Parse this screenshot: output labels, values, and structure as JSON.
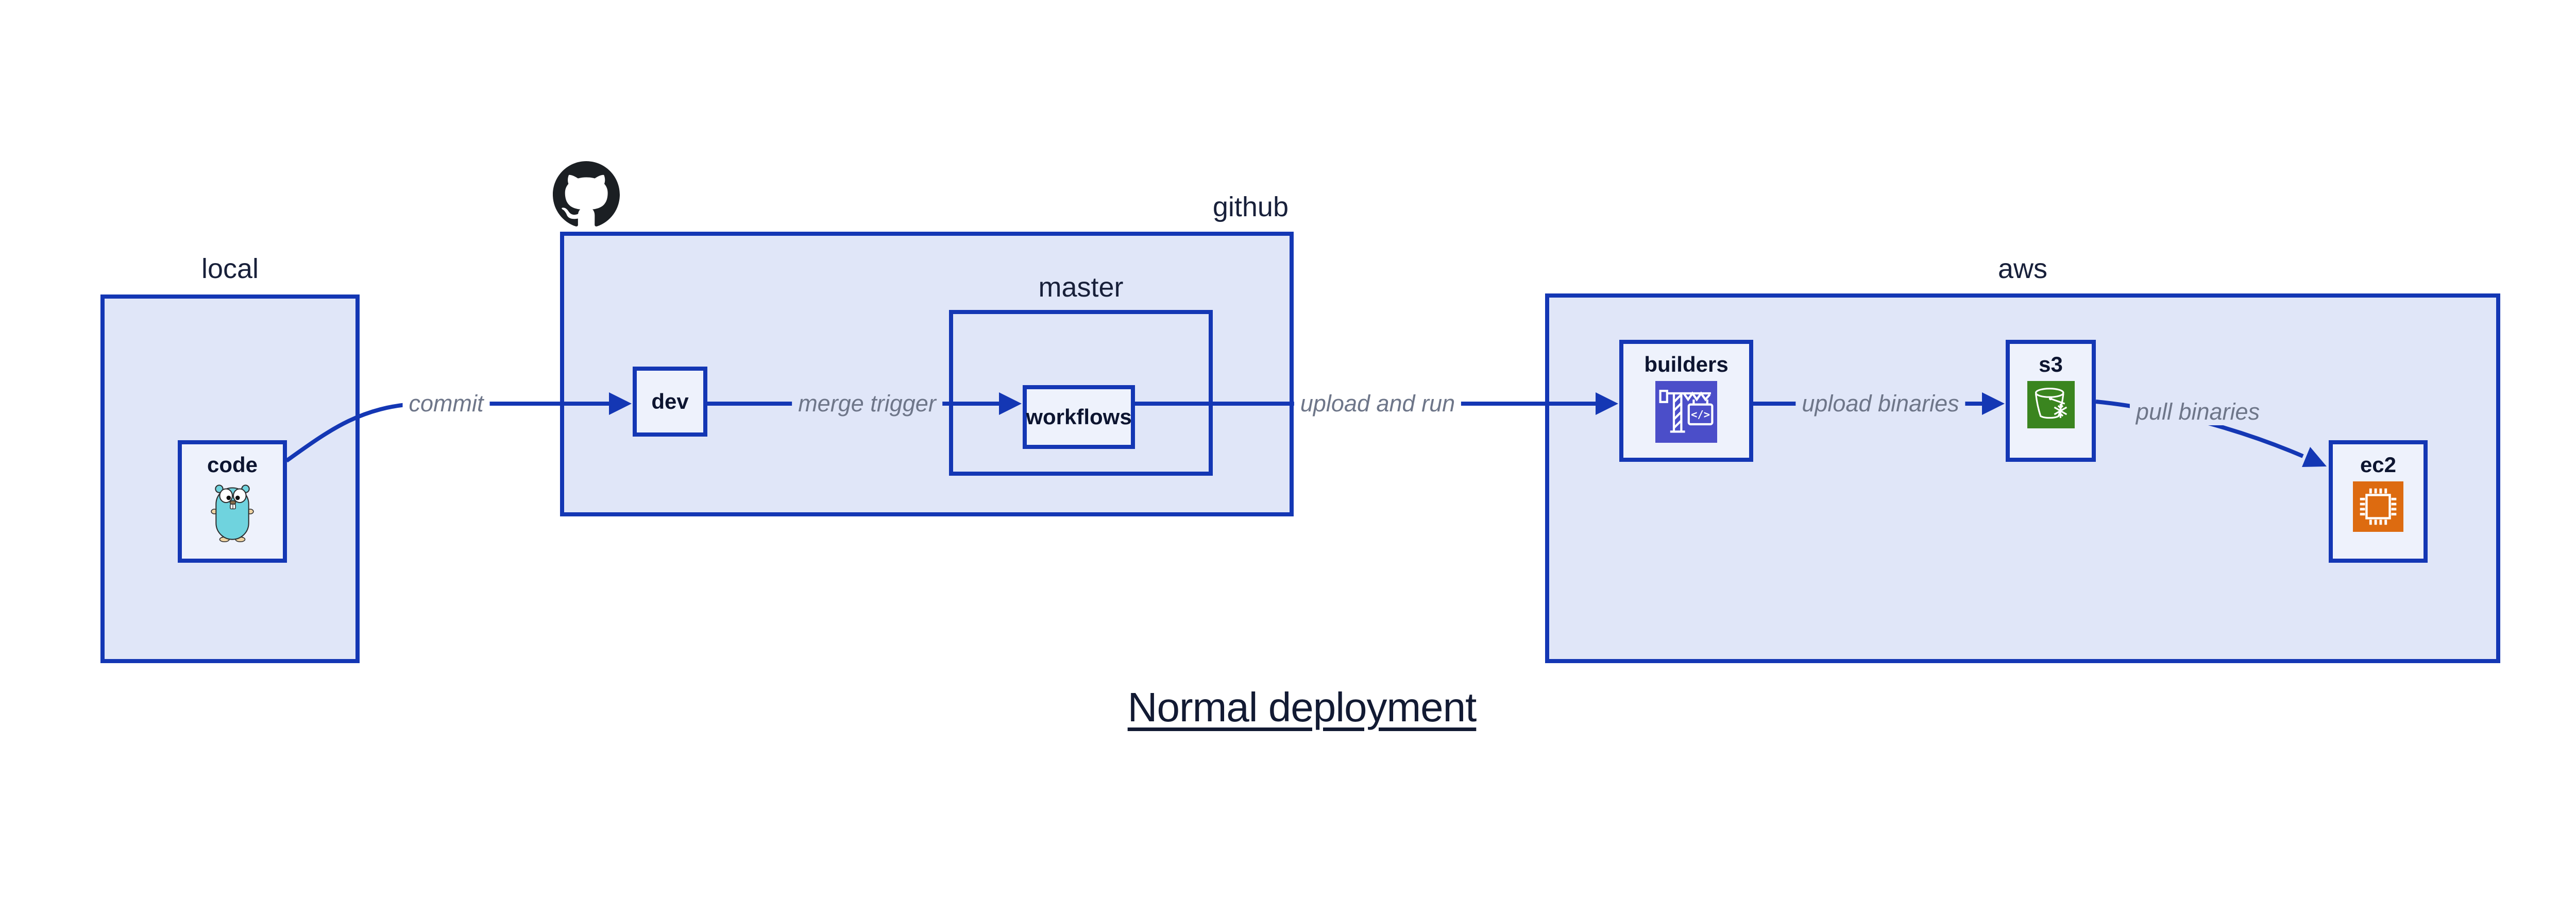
{
  "diagram": {
    "title": "Normal deployment",
    "groups": {
      "local": {
        "label": "local"
      },
      "github": {
        "label": "github"
      },
      "master": {
        "label": "master"
      },
      "aws": {
        "label": "aws"
      }
    },
    "nodes": {
      "code": {
        "label": "code"
      },
      "dev": {
        "label": "dev"
      },
      "workflows": {
        "label": "workflows"
      },
      "builders": {
        "label": "builders",
        "icon_glyph": "</>"
      },
      "s3": {
        "label": "s3"
      },
      "ec2": {
        "label": "ec2"
      }
    },
    "edges": {
      "commit": {
        "label": "commit"
      },
      "merge_trigger": {
        "label": "merge trigger"
      },
      "upload_and_run": {
        "label": "upload and run"
      },
      "upload_binaries": {
        "label": "upload binaries"
      },
      "pull_binaries": {
        "label": "pull binaries"
      }
    },
    "colors": {
      "container_fill": "#e0e6f8",
      "node_fill": "#eef2fc",
      "stroke_blue": "#1437b4",
      "edge_label_gray": "#6e7689",
      "text_navy": "#0d1530",
      "codebuild_indigo": "#4b4ec9",
      "s3_green": "#3a851f",
      "ec2_orange": "#dd6b10",
      "octocat_black": "#1b1f23",
      "gopher_teal": "#6fd3de"
    }
  }
}
